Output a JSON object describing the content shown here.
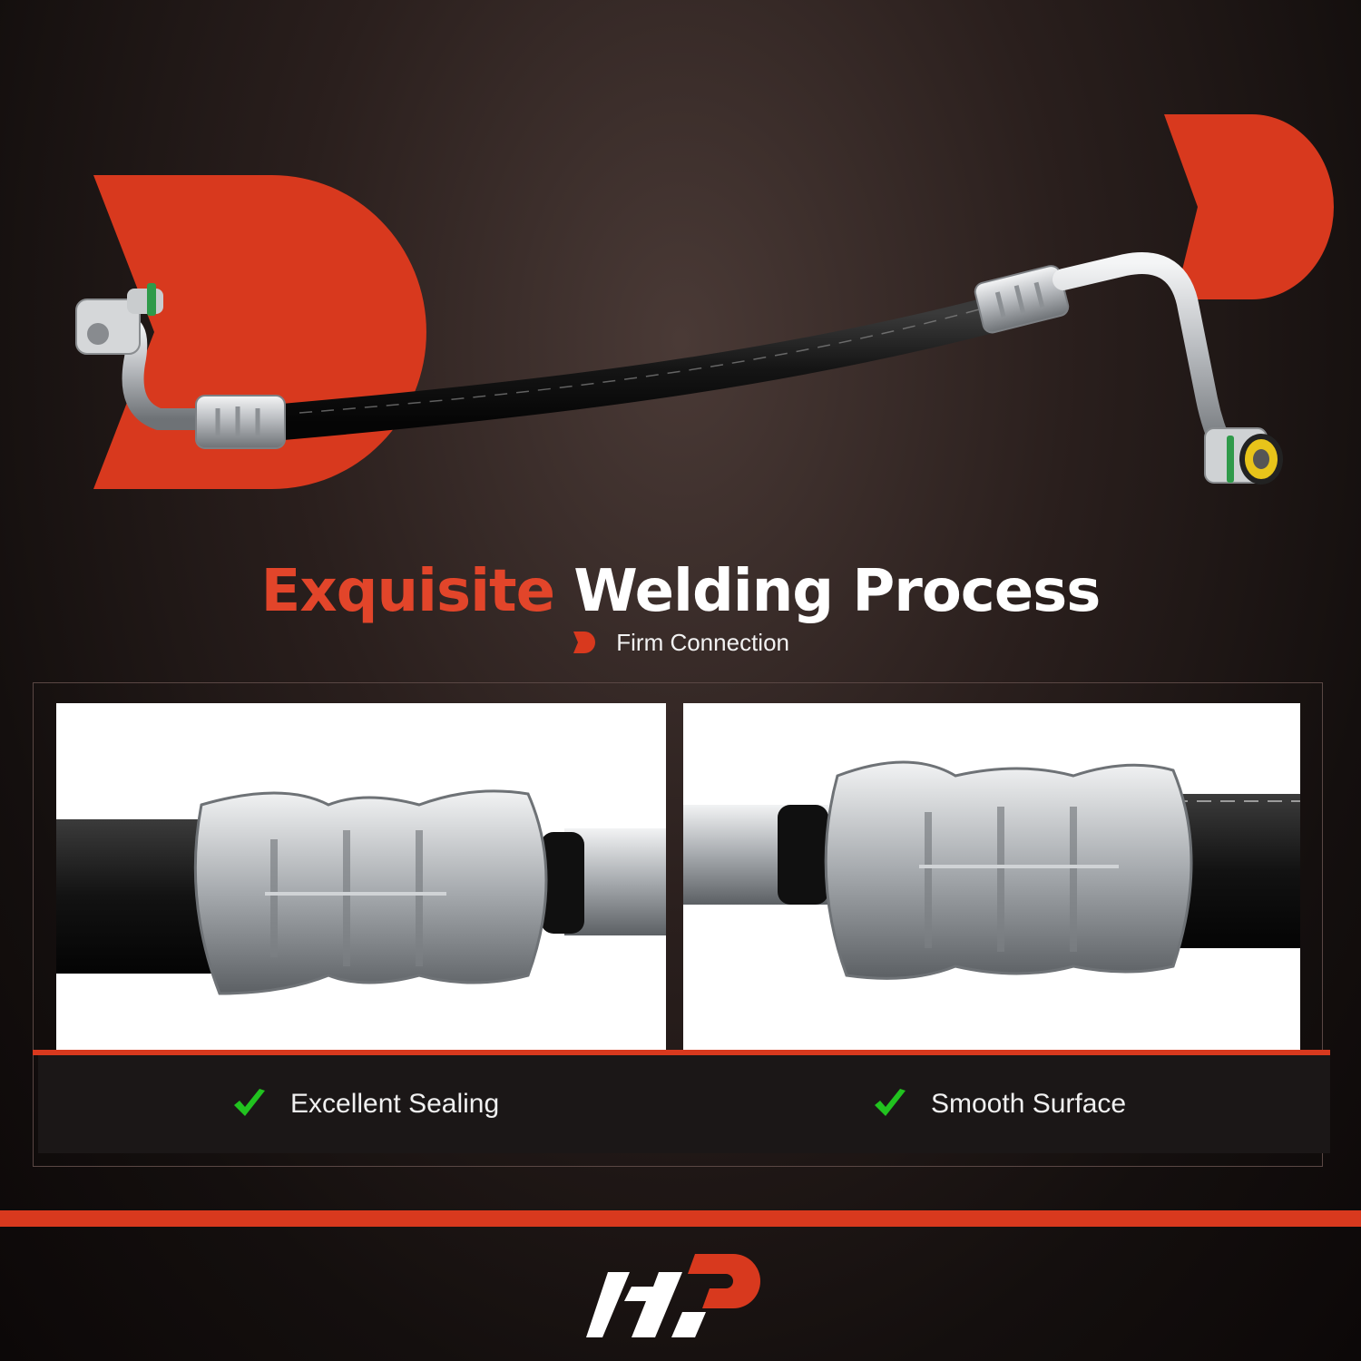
{
  "headline": {
    "accent": "Exquisite",
    "main": "Welding Process"
  },
  "subheadline": {
    "icon": "brand-d-icon",
    "text": "Firm Connection"
  },
  "features": [
    {
      "icon": "green-checkmark-icon",
      "label": "Excellent Sealing"
    },
    {
      "icon": "green-checkmark-icon",
      "label": "Smooth Surface"
    }
  ],
  "colors": {
    "accent": "#e2452a",
    "brand_red": "#d8391e",
    "check_green": "#21c21f",
    "background": "#1a1312"
  },
  "logo": {
    "icon": "brand-logo-icon"
  }
}
